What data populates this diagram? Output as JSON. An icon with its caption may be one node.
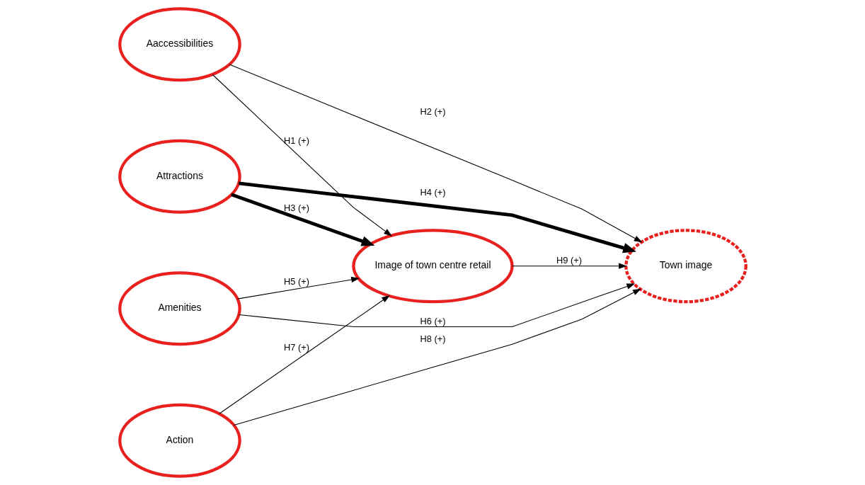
{
  "diagram": {
    "nodes": [
      {
        "text": [
          "Aaccessibilities"
        ]
      },
      {
        "text": [
          "Attractions"
        ]
      },
      {
        "text": [
          "Amenities"
        ]
      },
      {
        "text": [
          "Action"
        ]
      },
      {
        "text": [
          "Image of town centre retail"
        ]
      },
      {
        "text": [
          "Town image"
        ]
      }
    ],
    "edges": [
      {
        "from": 0,
        "to": 4,
        "arrow": "to",
        "label": "H1 (+)"
      },
      {
        "from": 0,
        "to": 5,
        "arrow": "to",
        "label": "H2 (+)"
      },
      {
        "from": 1,
        "to": 4,
        "arrow": "to",
        "label": "H3 (+)",
        "style": "thick"
      },
      {
        "from": 1,
        "to": 5,
        "arrow": "to",
        "label": "H4 (+)",
        "style": "thick"
      },
      {
        "from": 2,
        "to": 4,
        "arrow": "to",
        "label": "H5 (+)"
      },
      {
        "from": 2,
        "to": 5,
        "arrow": "to",
        "label": "H6 (+)"
      },
      {
        "from": 3,
        "to": 4,
        "arrow": "to",
        "label": "H7 (+)"
      },
      {
        "from": 3,
        "to": 5,
        "arrow": "to",
        "label": "H8 (+)"
      },
      {
        "from": 4,
        "to": 5,
        "arrow": "to",
        "label": "H9 (+)"
      }
    ]
  }
}
